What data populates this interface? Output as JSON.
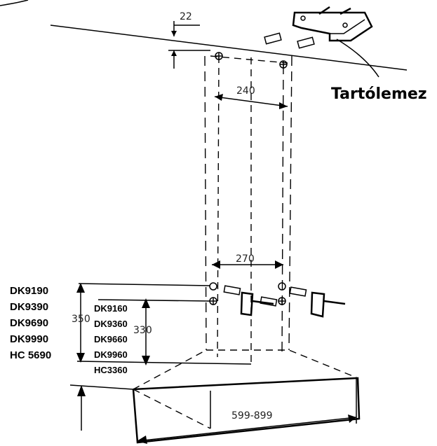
{
  "dimensions": {
    "top_offset": "22",
    "bracket_hole_spacing": "240",
    "lower_hole_spacing": "270",
    "height_large": "350",
    "height_small": "330",
    "hood_width": "599-899"
  },
  "callout": {
    "label": "Tartólemez"
  },
  "model_groups": {
    "group_350": [
      "DK9190",
      "DK9390",
      "DK9690",
      "DK9990",
      "HC 5690"
    ],
    "group_330": [
      "DK9160",
      "DK9360",
      "DK9660",
      "DK9960",
      "HC3360"
    ]
  }
}
